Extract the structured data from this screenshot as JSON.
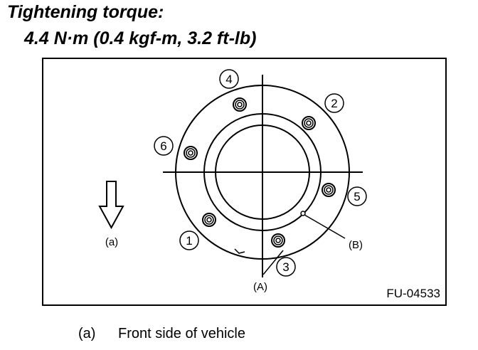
{
  "title": {
    "line1": "Tightening torque:",
    "line2": "4.4 N·m (0.4 kgf-m, 3.2 ft-lb)"
  },
  "diagram": {
    "bolt_numbers": [
      "1",
      "2",
      "3",
      "4",
      "5",
      "6"
    ],
    "label_a": "(a)",
    "label_A": "(A)",
    "label_B": "(B)",
    "figure_code": "FU-04533"
  },
  "legend": {
    "key": "(a)",
    "text": "Front side of vehicle"
  }
}
